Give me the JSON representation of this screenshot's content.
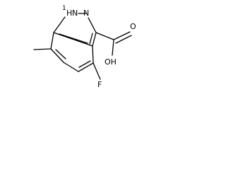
{
  "molecule": {
    "atoms": {
      "nh": {
        "number": "1",
        "element": "H",
        "heteroatom": "N"
      },
      "n2": "N",
      "hydroxyl": "OH",
      "carbonyl_o": "O",
      "fluorine": "F"
    },
    "colors": {
      "bond": "#000000",
      "label": "#000000",
      "background": "#ffffff"
    }
  }
}
